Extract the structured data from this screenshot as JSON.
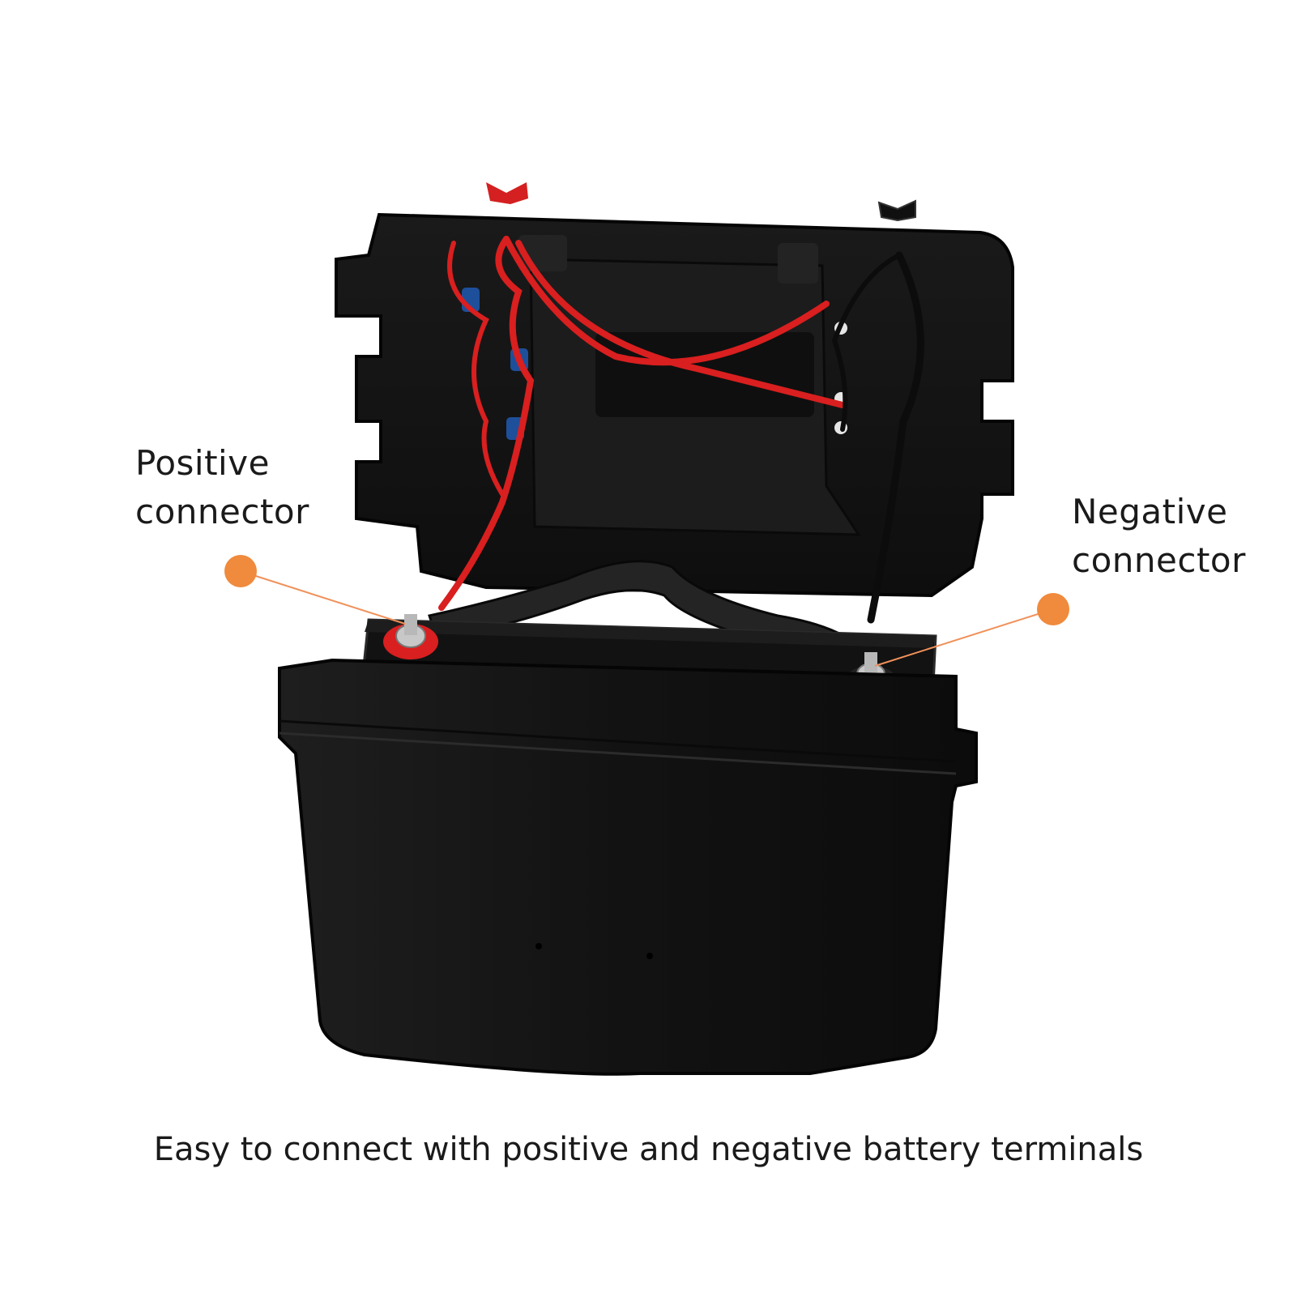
{
  "labels": {
    "positive": {
      "line1": "Positive",
      "line2": "connector"
    },
    "negative": {
      "line1": "Negative",
      "line2": "connector"
    }
  },
  "caption": "Easy to connect with positive and negative battery terminals",
  "colors": {
    "callout_dot": "#f08a3c",
    "callout_line": "#f0915a",
    "box": "#161616",
    "cable_red": "#d91f1f",
    "cable_black": "#0c0c0c"
  }
}
